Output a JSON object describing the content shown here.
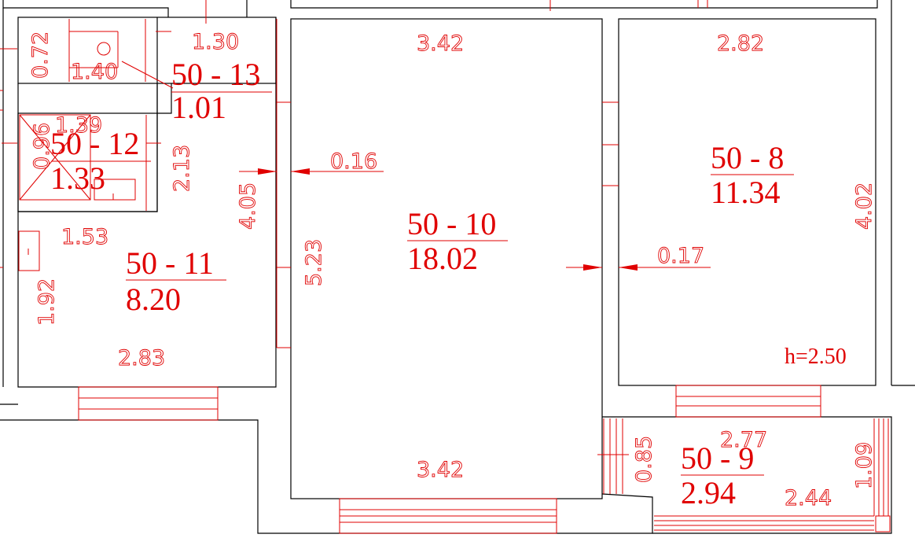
{
  "rooms": [
    {
      "id": "50 - 13",
      "area": "1.01"
    },
    {
      "id": "50 - 12",
      "area": "1.33"
    },
    {
      "id": "50 - 11",
      "area": "8.20"
    },
    {
      "id": "50 - 10",
      "area": "18.02"
    },
    {
      "id": "50 - 8",
      "area": "11.34"
    },
    {
      "id": "50 - 9",
      "area": "2.94"
    }
  ],
  "dimensions": {
    "d_072": "0.72",
    "d_130": "1.30",
    "d_140": "1.40",
    "d_139": "1.39",
    "d_096": "0.96",
    "d_213": "2.13",
    "d_405": "4.05",
    "d_016": "0.16",
    "d_153": "1.53",
    "d_192": "1.92",
    "d_283": "2.83",
    "d_523": "5.23",
    "d_342_top": "3.42",
    "d_342_bottom": "3.42",
    "d_282": "2.82",
    "d_402": "4.02",
    "d_017": "0.17",
    "d_085": "0.85",
    "d_277": "2.77",
    "d_244": "2.44",
    "d_109": "1.09"
  },
  "height_note": "h=2.50"
}
